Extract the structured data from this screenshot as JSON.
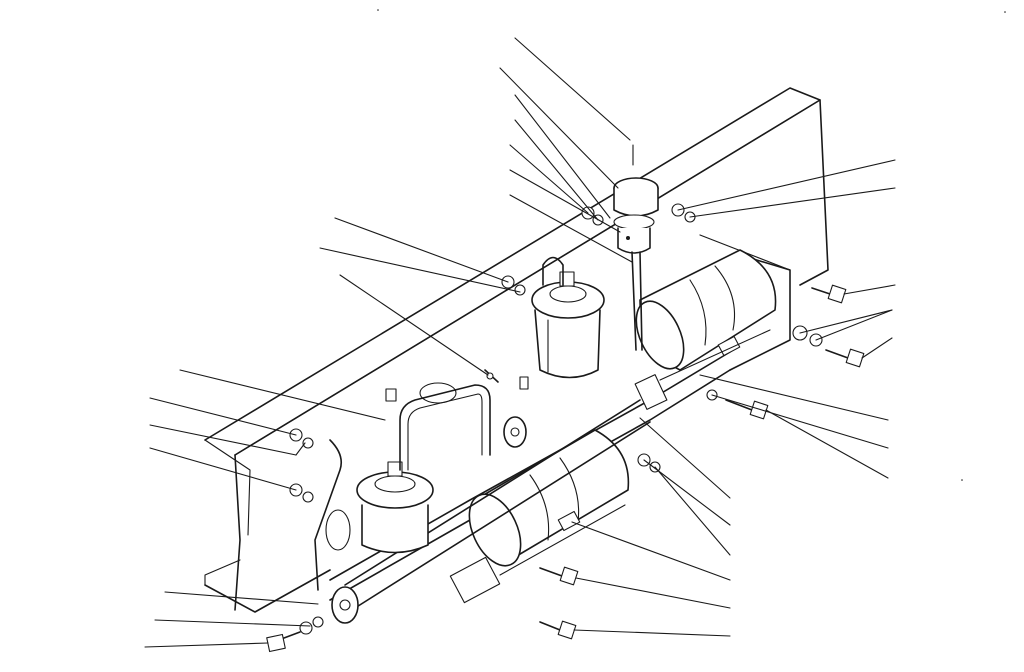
{
  "figure": {
    "kind": "exploded-parts-diagram",
    "line_color": "#1a1a1a",
    "background": "#ffffff"
  },
  "callouts": {
    "left_count": 9,
    "right_count": 12,
    "top_count": 6,
    "bottom_count": 3
  }
}
